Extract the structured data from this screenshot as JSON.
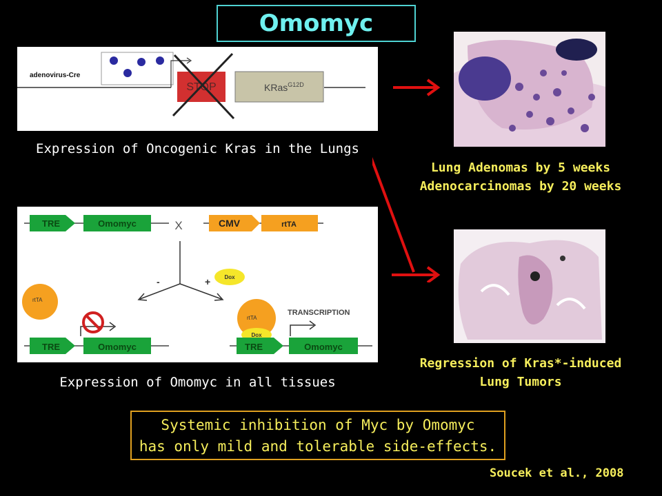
{
  "title": "Omomyc Action",
  "kras_panel": {
    "adenovirus_label": "adenovirus-Cre",
    "stop_label": "STOP",
    "kras_label": "KRas",
    "kras_superscript": "G12D",
    "caption": "Expression of Oncogenic Kras in the Lungs"
  },
  "omomyc_panel": {
    "tre_label": "TRE",
    "omomyc_label": "Omomyc",
    "cmv_label": "CMV",
    "rtta_label": "rtTA",
    "cross_symbol": "X",
    "minus_symbol": "-",
    "plus_symbol": "+",
    "dox_label": "Dox",
    "transcription_label": "TRANSCRIPTION",
    "caption": "Expression of Omomyc in all tissues"
  },
  "result_top": {
    "line1": "Lung Adenomas by 5 weeks",
    "line2": "Adenocarcinomas by 20 weeks"
  },
  "result_bottom": {
    "line1": "Regression of Kras*-induced",
    "line2": "Lung Tumors"
  },
  "conclusion": {
    "line1": "Systemic inhibition of Myc by Omomyc",
    "line2": "has only mild and tolerable side-effects."
  },
  "citation": "Soucek et al., 2008",
  "colors": {
    "title": "#6ff0ef",
    "text_yellow": "#f6ee5c",
    "arrow_red": "#e01010",
    "gene_green": "#1aa33a",
    "orange": "#f5a020"
  }
}
